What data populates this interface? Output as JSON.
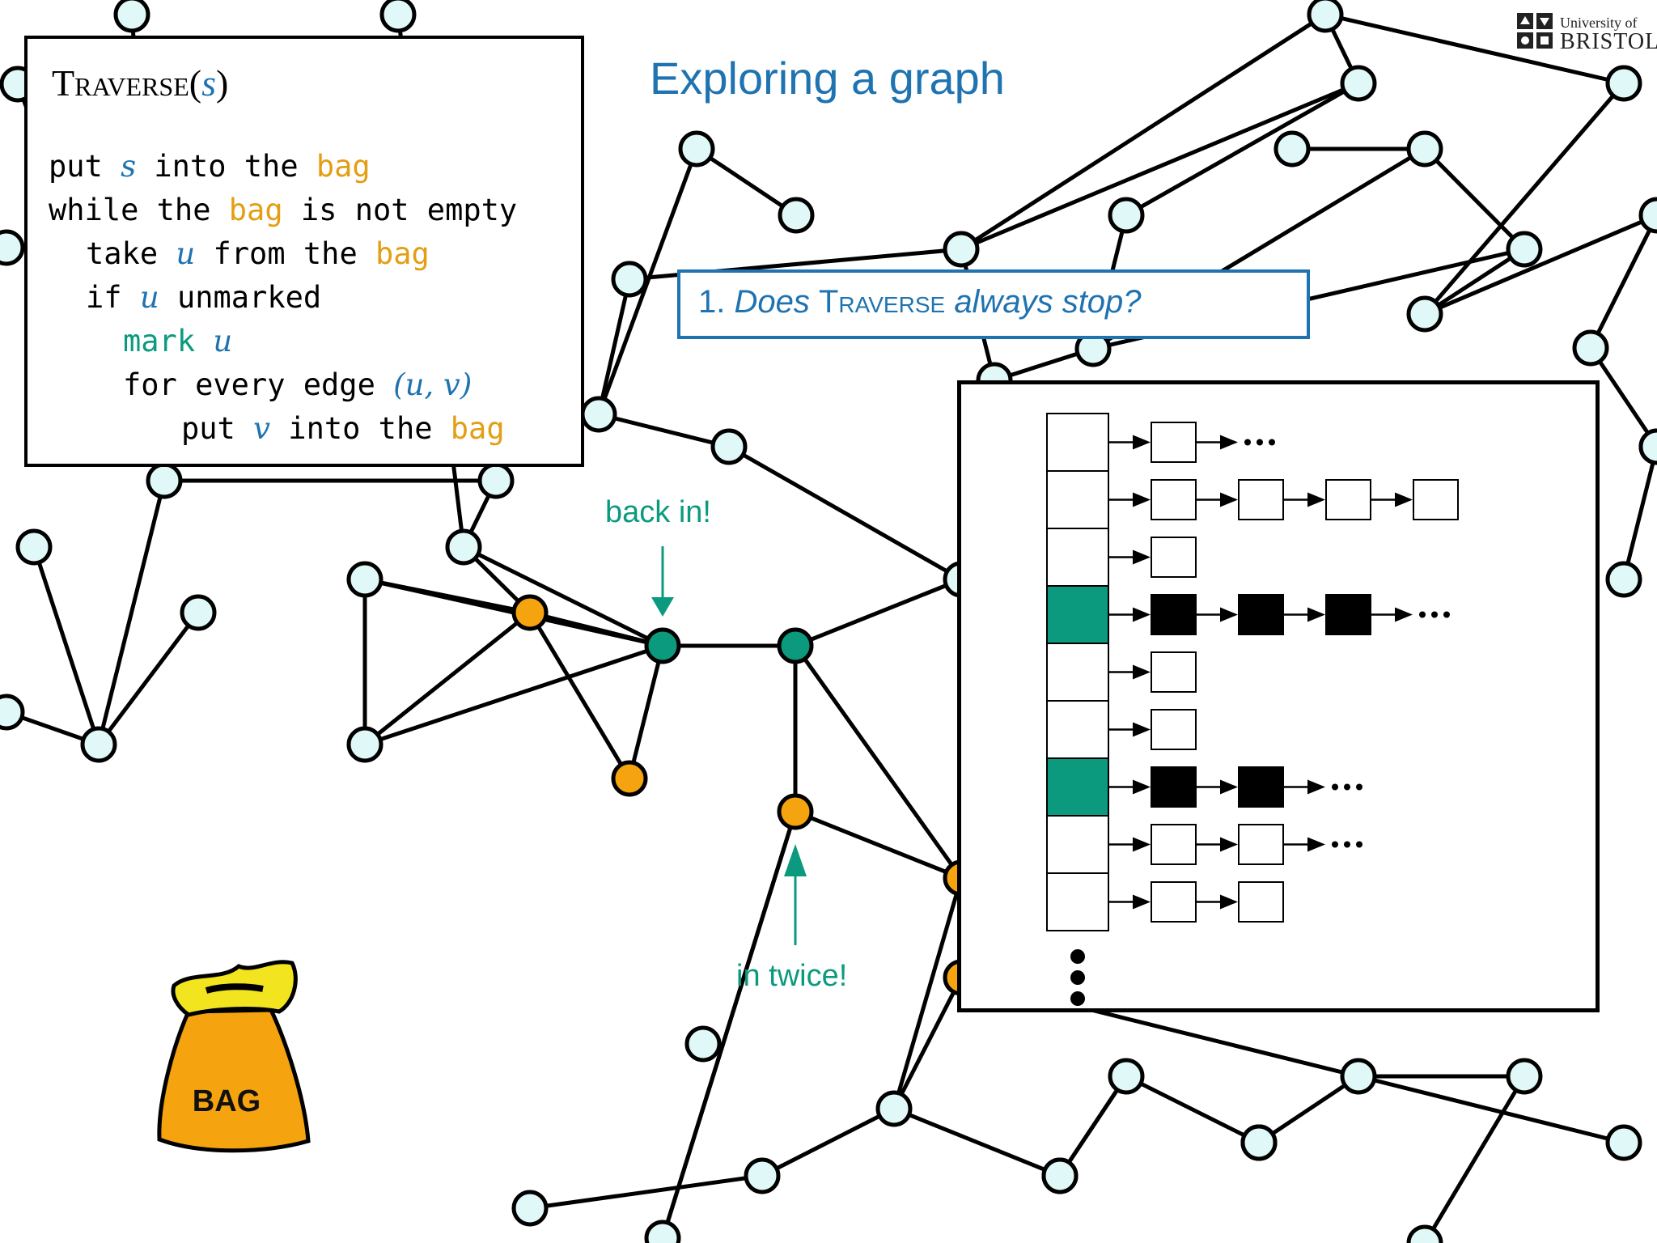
{
  "header": {
    "title": "Exploring a graph",
    "logo_line1": "University of",
    "logo_line2": "BRISTOL"
  },
  "code": {
    "title_name": "Traverse",
    "title_param": "s",
    "lines": [
      [
        "put ",
        "s",
        " into the ",
        "bag"
      ],
      [
        "while the ",
        "bag",
        " is not empty"
      ],
      [
        "take ",
        "u",
        " from the ",
        "bag"
      ],
      [
        "if ",
        "u",
        " unmarked"
      ],
      [
        "mark ",
        "u"
      ],
      [
        "for every edge ",
        "(u, v)"
      ],
      [
        "put ",
        "v",
        " into the ",
        "bag"
      ]
    ]
  },
  "question": {
    "number": "1.",
    "part1": "Does",
    "name": "Traverse",
    "part2": "always stop?"
  },
  "annotations": {
    "back_in": "back in!",
    "in_twice": "in twice!"
  },
  "bag": {
    "label": "BAG"
  },
  "colors": {
    "title_blue": "#1e73b0",
    "marked_green": "#0c9a7f",
    "bag_orange": "#f5a30f",
    "node_fill": "#e0f8f7",
    "node_orange": "#f5a30f",
    "node_green": "#0c9a7f"
  },
  "adjacency": {
    "rows": [
      {
        "marked": false,
        "entries": 1,
        "filled": false,
        "more": true
      },
      {
        "marked": false,
        "entries": 4,
        "filled": false,
        "more": false
      },
      {
        "marked": false,
        "entries": 1,
        "filled": false,
        "more": false
      },
      {
        "marked": true,
        "entries": 3,
        "filled": true,
        "more": true
      },
      {
        "marked": false,
        "entries": 1,
        "filled": false,
        "more": false
      },
      {
        "marked": false,
        "entries": 1,
        "filled": false,
        "more": false
      },
      {
        "marked": true,
        "entries": 2,
        "filled": true,
        "more": true
      },
      {
        "marked": false,
        "entries": 2,
        "filled": false,
        "more": true
      },
      {
        "marked": false,
        "entries": 2,
        "filled": false,
        "more": false
      }
    ],
    "continues": true
  },
  "graph": {
    "node_kinds": [
      "light",
      "light",
      "light",
      "light",
      "light",
      "light",
      "light",
      "light",
      "light",
      "light",
      "light",
      "light",
      "light",
      "light",
      "light",
      "light",
      "light",
      "light",
      "light",
      "light",
      "orange",
      "green",
      "green",
      "orange",
      "orange",
      "light",
      "orange",
      "orange",
      "light",
      "light",
      "light",
      "light",
      "light",
      "light",
      "light",
      "light",
      "light",
      "light",
      "light",
      "light",
      "light",
      "light",
      "light",
      "light",
      "light",
      "light",
      "light",
      "light",
      "light",
      "light",
      "light",
      "light",
      "light",
      "light",
      "light",
      "light",
      "light"
    ]
  }
}
